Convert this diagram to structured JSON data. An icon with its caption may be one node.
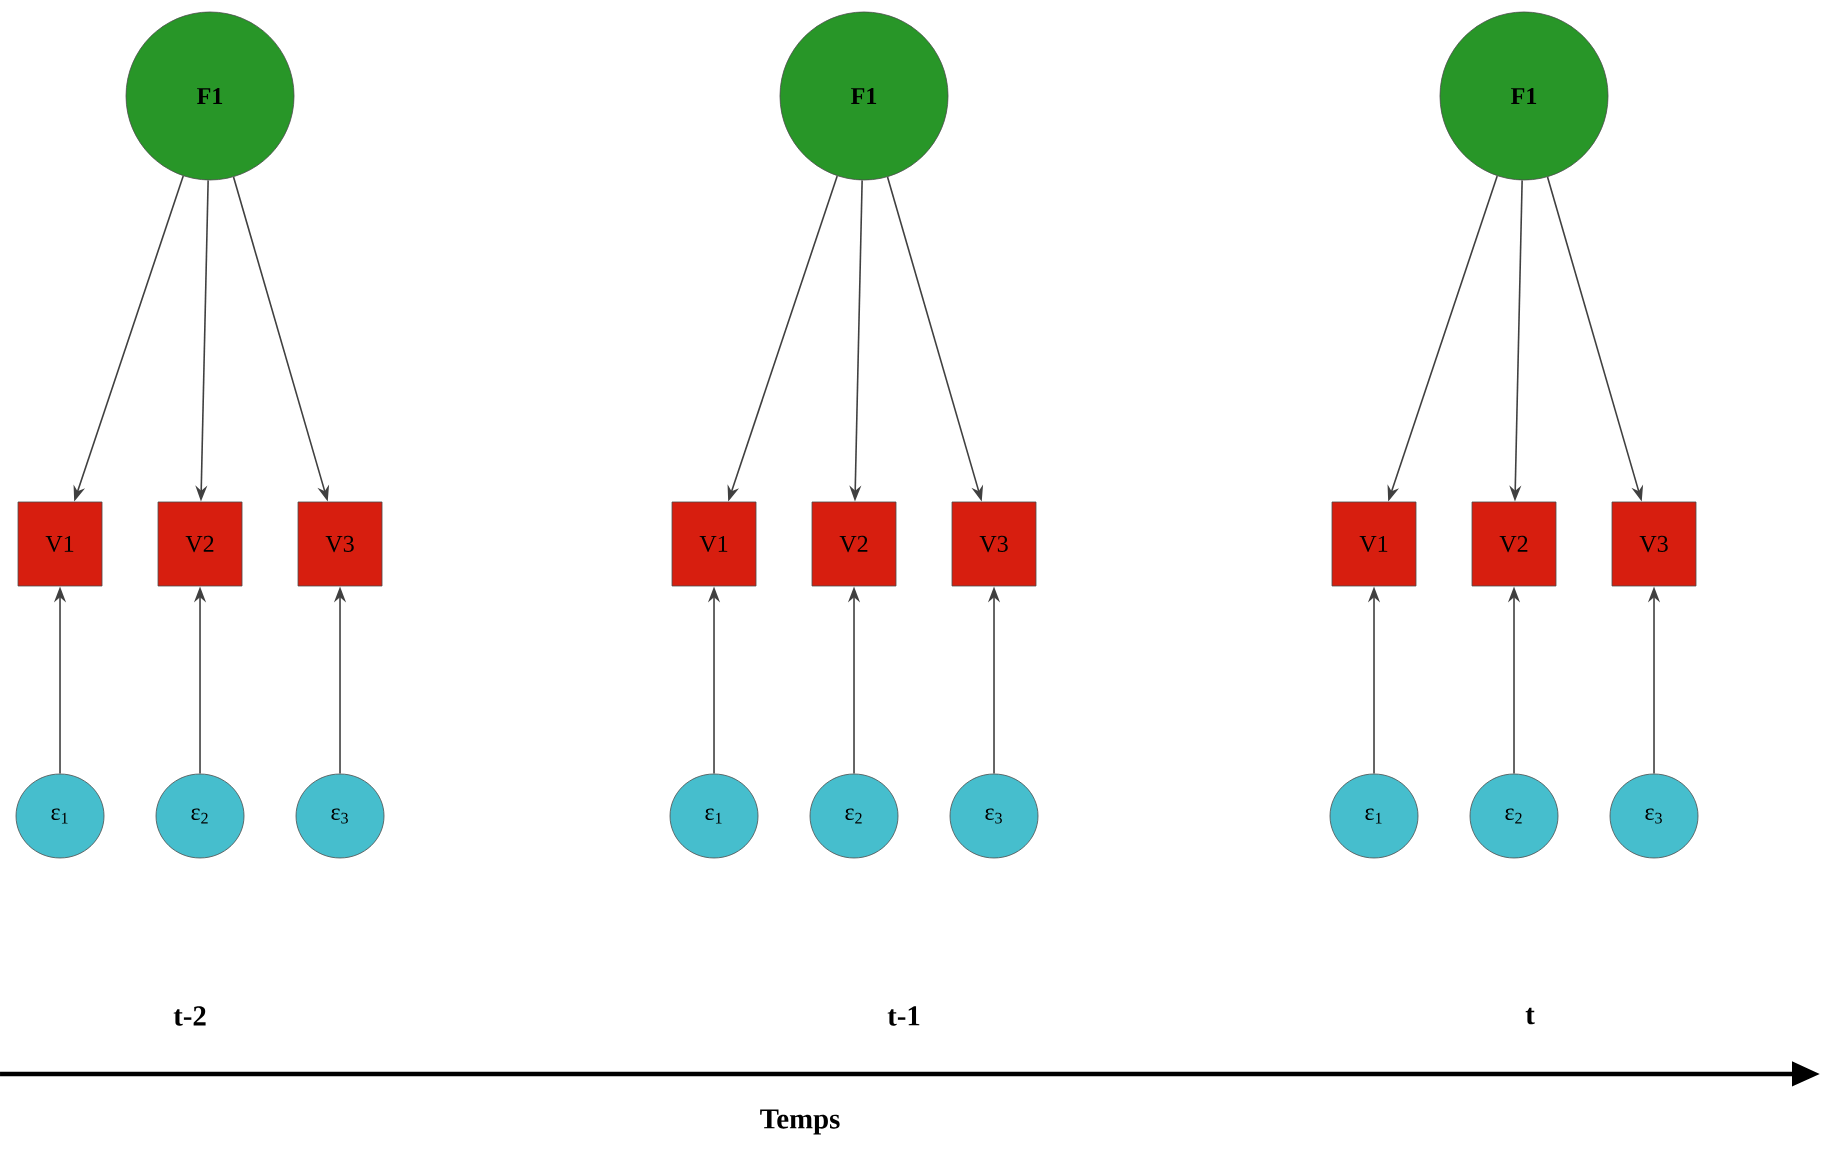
{
  "diagram": {
    "nodes": [
      {
        "text": [
          "F1"
        ]
      },
      {
        "text": [
          "V1"
        ]
      },
      {
        "text": [
          "V2"
        ]
      },
      {
        "text": [
          "V3"
        ]
      },
      {
        "text": [
          "ε$_{1}$"
        ]
      },
      {
        "text": [
          "ε$_{2}$"
        ]
      },
      {
        "text": [
          "ε$_{3}$"
        ]
      },
      {
        "text": [
          "F1"
        ]
      },
      {
        "text": [
          "V1"
        ]
      },
      {
        "text": [
          "V2"
        ]
      },
      {
        "text": [
          "V3"
        ]
      },
      {
        "text": [
          "ε$_{1}$"
        ]
      },
      {
        "text": [
          "ε$_{2}$"
        ]
      },
      {
        "text": [
          "ε$_{3}$"
        ]
      },
      {
        "text": [
          "F1"
        ]
      },
      {
        "text": [
          "V1"
        ]
      },
      {
        "text": [
          "V2"
        ]
      },
      {
        "text": [
          "V3"
        ]
      },
      {
        "text": [
          "ε$_{1}$"
        ]
      },
      {
        "text": [
          "ε$_{2}$"
        ]
      },
      {
        "text": [
          "ε$_{3}$"
        ]
      }
    ],
    "edges": [
      {
        "from": 0,
        "to": 1,
        "arrow": "to"
      },
      {
        "from": 0,
        "to": 2,
        "arrow": "to"
      },
      {
        "from": 0,
        "to": 3,
        "arrow": "to"
      },
      {
        "from": 4,
        "to": 1,
        "arrow": "to"
      },
      {
        "from": 5,
        "to": 2,
        "arrow": "to"
      },
      {
        "from": 6,
        "to": 3,
        "arrow": "to"
      },
      {
        "from": 7,
        "to": 8,
        "arrow": "to"
      },
      {
        "from": 7,
        "to": 9,
        "arrow": "to"
      },
      {
        "from": 7,
        "to": 10,
        "arrow": "to"
      },
      {
        "from": 11,
        "to": 8,
        "arrow": "to"
      },
      {
        "from": 12,
        "to": 9,
        "arrow": "to"
      },
      {
        "from": 13,
        "to": 10,
        "arrow": "to"
      },
      {
        "from": 14,
        "to": 15,
        "arrow": "to"
      },
      {
        "from": 14,
        "to": 16,
        "arrow": "to"
      },
      {
        "from": 14,
        "to": 17,
        "arrow": "to"
      },
      {
        "from": 18,
        "to": 15,
        "arrow": "to"
      },
      {
        "from": 19,
        "to": 16,
        "arrow": "to"
      },
      {
        "from": 20,
        "to": 17,
        "arrow": "to"
      }
    ],
    "labels": [
      "t-2",
      "t-1",
      "t",
      "Temps"
    ]
  }
}
